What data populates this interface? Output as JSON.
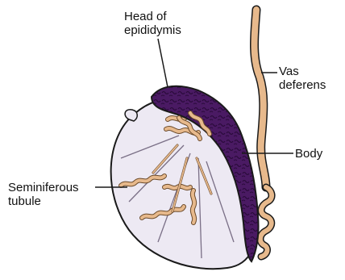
{
  "colors": {
    "epididymis": "#4a1a63",
    "epididymis_dark": "#2a0a3b",
    "testis_fill": "#ede9f3",
    "tubule": "#e7b98c",
    "tubule_outline": "#6b4a2a",
    "outline": "#1a1a1a"
  },
  "labels": {
    "head": {
      "line1": "Head of",
      "line2": "epididymis"
    },
    "vas": {
      "line1": "Vas",
      "line2": "deferens"
    },
    "body": {
      "line1": "Body"
    },
    "tubule": {
      "line1": "Seminiferous",
      "line2": "tubule"
    }
  }
}
